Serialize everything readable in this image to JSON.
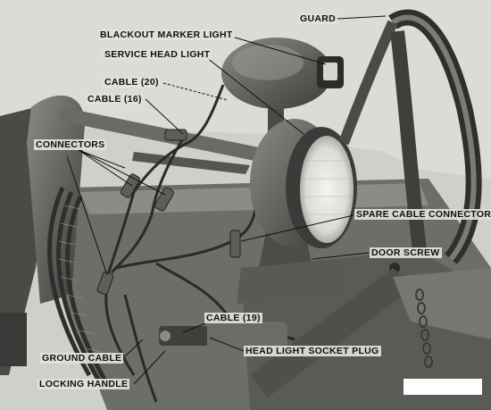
{
  "labels": {
    "guard": "GUARD",
    "blackout_marker_light": "BLACKOUT MARKER LIGHT",
    "service_head_light": "SERVICE HEAD LIGHT",
    "cable_20": "CABLE (20)",
    "cable_16": "CABLE (16)",
    "connectors": "CONNECTORS",
    "spare_cable_connector": "SPARE CABLE CONNECTOR",
    "door_screw": "DOOR SCREW",
    "cable_19": "CABLE (19)",
    "head_light_socket_plug": "HEAD LIGHT SOCKET PLUG",
    "ground_cable": "GROUND CABLE",
    "locking_handle": "LOCKING HANDLE"
  }
}
